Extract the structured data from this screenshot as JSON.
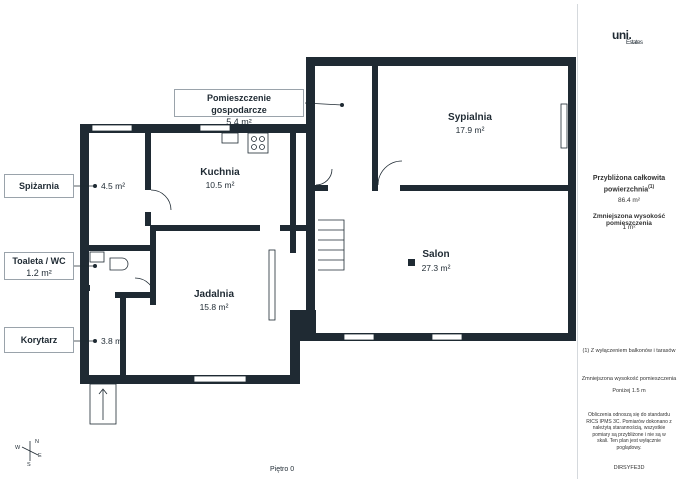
{
  "brand": {
    "logo_text": "uni.",
    "logo_sub": "Estates"
  },
  "rooms": [
    {
      "name": "Pomieszczenie gospodarcze",
      "area": "5.4 m²"
    },
    {
      "name": "Sypialnia",
      "area": "17.9 m²"
    },
    {
      "name": "Kuchnia",
      "area": "10.5 m²"
    },
    {
      "name": "Spiżarnia",
      "area": "4.5 m²"
    },
    {
      "name": "Toaleta / WC",
      "area": "1.2 m²"
    },
    {
      "name": "Jadalnia",
      "area": "15.8 m²"
    },
    {
      "name": "Salon",
      "area": "27.3 m²"
    },
    {
      "name": "Korytarz",
      "area": "3.8 m²"
    }
  ],
  "summary": {
    "total_label": "Przybliżona całkowita powierzchnia",
    "total_sup": "(1)",
    "total_value": "86.4 m²",
    "reduced_label": "Zmniejszona wysokość pomieszczenia",
    "reduced_value": "1 m²"
  },
  "notes": {
    "footnote": "(1) Z wyłączeniem balkonów i tarasów",
    "legend_title": "Zmniejszona wysokość pomieszczenia",
    "legend_line": "Poniżej 1.5 m",
    "disclaimer": "Obliczenia odnoszą się do standardu RICS IPMS 3C. Pomiarów dokonano z należytą starannością, wszystkie pomiary są przybliżone i nie są w skali. Ten plan jest wyłącznie poglądowy.",
    "footer_brand": "DIRSYFE3D"
  },
  "floor_label": "Piętro 0",
  "compass": {
    "n": "N",
    "e": "E",
    "s": "S",
    "w": "W"
  }
}
